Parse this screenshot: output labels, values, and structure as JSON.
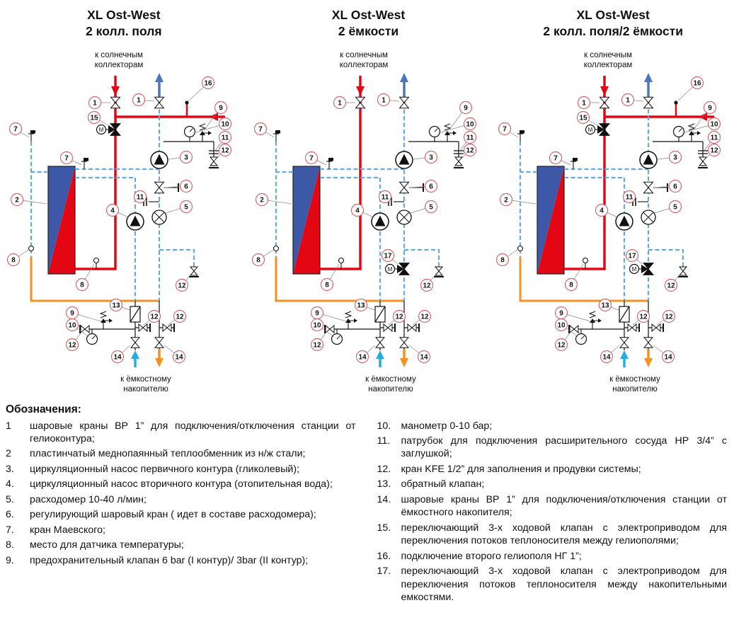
{
  "diagrams": [
    {
      "title1": "XL Ost-West",
      "title2": "2 колл. поля",
      "top_label": [
        "к солнечным",
        "коллекторам"
      ],
      "bottom_label": [
        "к ёмкостному",
        "накопителю"
      ],
      "has_field_switch": true,
      "has_tank_switch": false
    },
    {
      "title1": "XL Ost-West",
      "title2": "2 ёмкости",
      "top_label": [
        "к солнечным",
        "коллекторам"
      ],
      "bottom_label": [
        "к ёмкостному",
        "накопителю"
      ],
      "has_field_switch": false,
      "has_tank_switch": true
    },
    {
      "title1": "XL Ost-West",
      "title2": "2 колл. поля/2 ёмкости",
      "top_label": [
        "к солнечным",
        "коллекторам"
      ],
      "bottom_label": [
        "к ёмкостному",
        "накопителю"
      ],
      "has_field_switch": true,
      "has_tank_switch": true
    }
  ],
  "callout_labels": {
    "ball_valve_solar": "1",
    "heat_exchanger": "2",
    "pump_primary": "3",
    "pump_secondary": "4",
    "flow_meter": "5",
    "reg_valve": "6",
    "maevsky": "7",
    "temp_sensor": "8",
    "safety_valve": "9",
    "manometer": "10",
    "expansion_port": "11",
    "kfe_valve": "12",
    "check_valve": "13",
    "ball_valve_tank": "14",
    "field_switch_valve": "15",
    "second_field_port": "16",
    "tank_switch_valve": "17",
    "motor": "M"
  },
  "legend": {
    "heading": "Обозначения:",
    "left": [
      {
        "num": "1",
        "text": "шаровые краны ВР 1” для подключения/отключения станции от гелиоконтура;"
      },
      {
        "num": "2",
        "text": "пластинчатый меднопаянный теплообменник из н/ж стали;"
      },
      {
        "num": "3.",
        "text": "циркуляционный насос первичного контура (гликолевый);"
      },
      {
        "num": "4.",
        "text": "циркуляционный насос вторичного контура (отопительная вода);"
      },
      {
        "num": "5.",
        "text": "расходомер 10-40 л/мин;"
      },
      {
        "num": "6.",
        "text": "регулирующий шаровый кран ( идет в составе расходомера);"
      },
      {
        "num": "7.",
        "text": "кран Маевского;"
      },
      {
        "num": "8.",
        "text": "место для датчика температуры;"
      },
      {
        "num": "9.",
        "text": "предохранительный клапан 6 bar (I контур)/ 3bar (II контур);"
      }
    ],
    "right": [
      {
        "num": "10.",
        "text": "манометр 0-10 бар;"
      },
      {
        "num": "11.",
        "text": "патрубок для подключения расширительного сосуда НР 3/4” с заглушкой;"
      },
      {
        "num": "12.",
        "text": "кран KFE 1/2” для заполнения и продувки системы;"
      },
      {
        "num": "13.",
        "text": "обратный клапан;"
      },
      {
        "num": "14.",
        "text": "шаровые краны ВР 1” для подключения/отключения станции от ёмкостного накопителя;"
      },
      {
        "num": "15.",
        "text": "переключающий 3-х ходовой клапан с электроприводом для переключения потоков теплоносителя между гелиополями;"
      },
      {
        "num": "16.",
        "text": "подключение второго гелиополя НГ 1”;"
      },
      {
        "num": "17.",
        "text": "переключающий 3-х ходовой клапан с электроприводом для переключения потоков теплоносителя между накопительными емкостями."
      }
    ]
  },
  "colors": {
    "red": "#e30613",
    "blue_dashed": "#66a9dc",
    "orange": "#f59120",
    "dark_blue": "#4a77bd",
    "cyan": "#29abe2",
    "callout_ring": "#d4666b",
    "hx_blue": "#3c58a7",
    "hx_red": "#e30613",
    "black": "#111111"
  }
}
